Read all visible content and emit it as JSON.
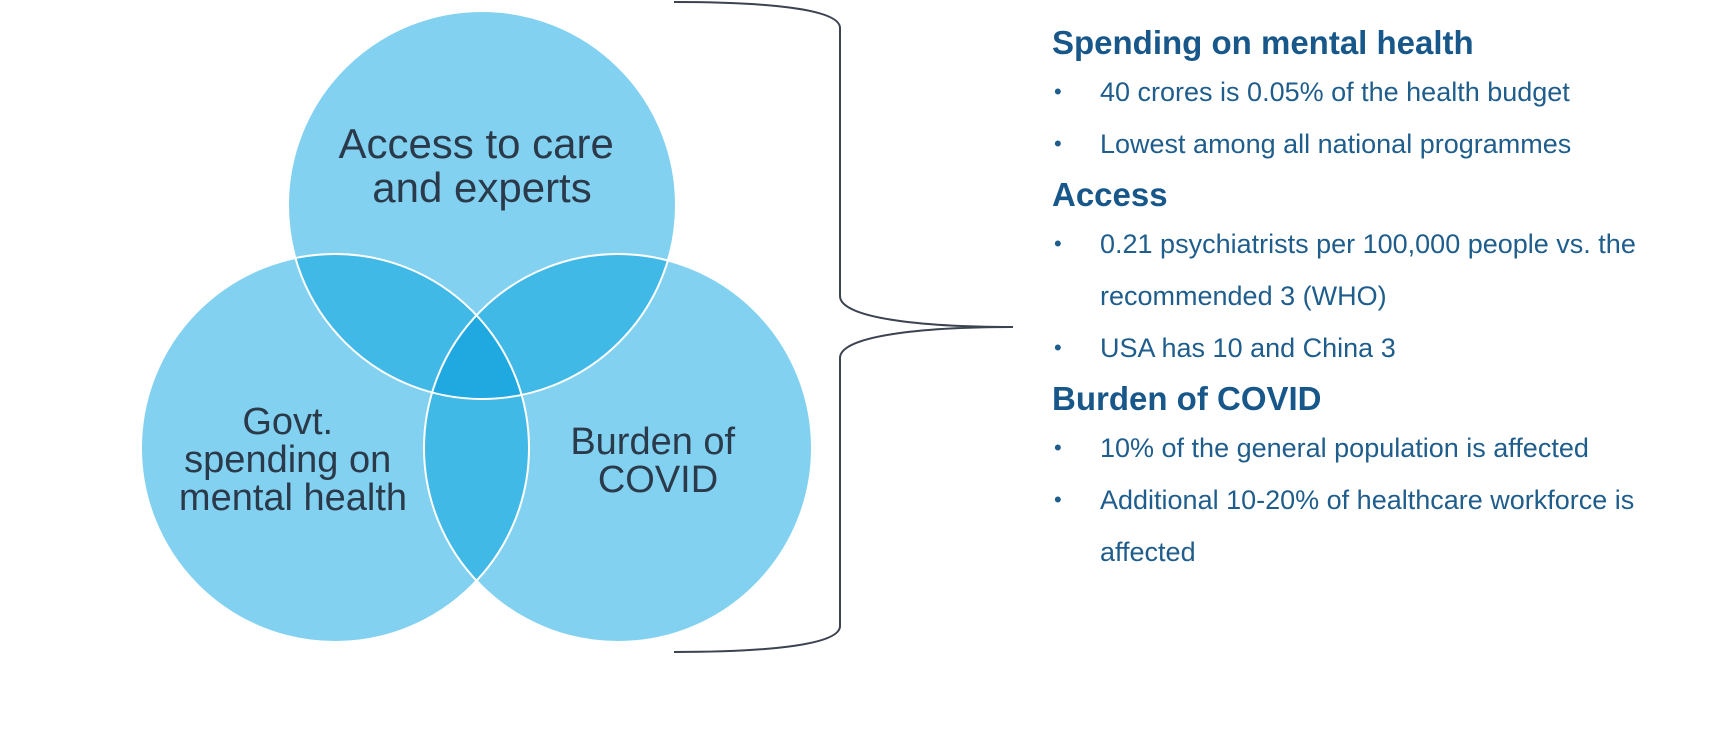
{
  "colors": {
    "circle_fill": "#82d1f0",
    "pair_overlap_fill": "#41b9e6",
    "center_overlap_fill": "#1fa9e0",
    "circle_stroke": "#ffffff",
    "bracket_stroke": "#3b4350",
    "heading_color": "#17578a",
    "text_color": "#1f5d8c"
  },
  "venn": {
    "circles": [
      {
        "lines": [
          "Access to care",
          "and experts"
        ]
      },
      {
        "lines": [
          "Govt.",
          "spending on",
          "mental health"
        ]
      },
      {
        "lines": [
          "Burden of",
          "COVID"
        ]
      }
    ]
  },
  "sections": [
    {
      "heading": "Spending on mental health",
      "bullets": [
        [
          "40 crores is 0.05% of the health budget"
        ],
        [
          "Lowest among all national programmes"
        ]
      ]
    },
    {
      "heading": "Access",
      "bullets": [
        [
          "0.21 psychiatrists per 100,000 people vs. the",
          "recommended 3 (WHO)"
        ],
        [
          "USA has 10 and China 3"
        ]
      ]
    },
    {
      "heading": "Burden of COVID",
      "bullets": [
        [
          "10% of the general population is affected"
        ],
        [
          "Additional 10-20% of healthcare workforce is",
          "affected"
        ]
      ]
    }
  ],
  "bullet_char": "•"
}
